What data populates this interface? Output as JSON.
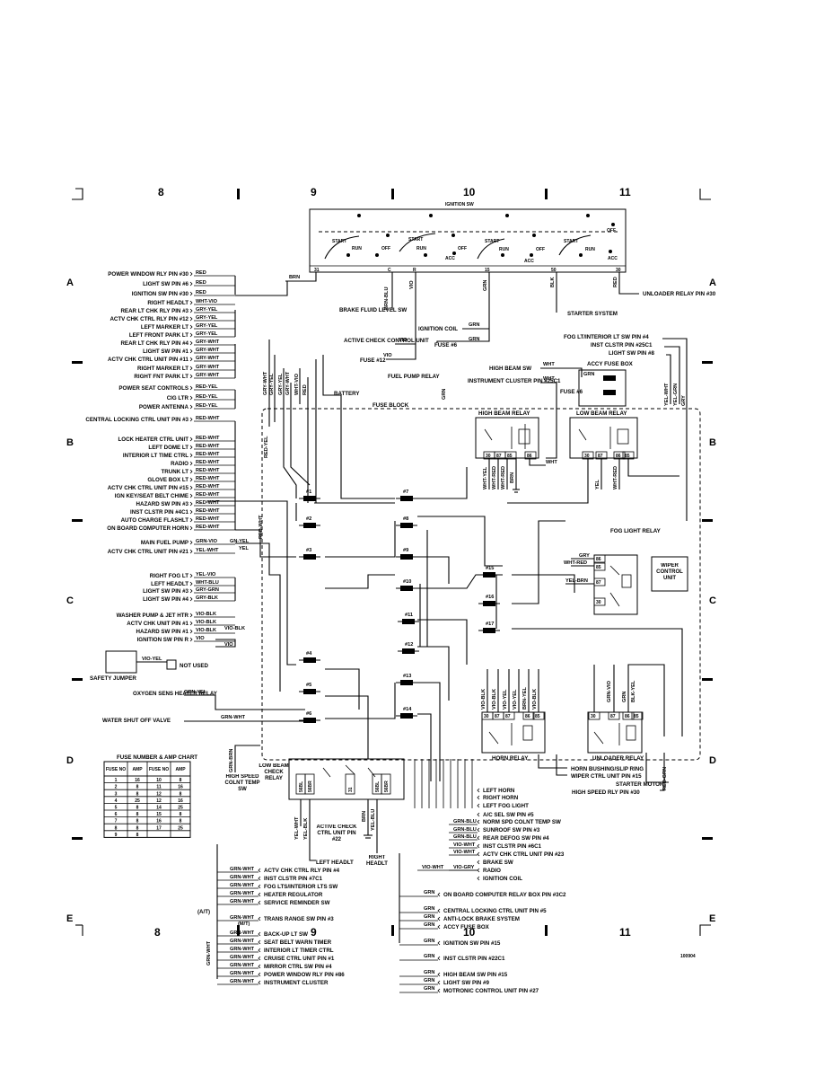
{
  "grid": {
    "columns": [
      "8",
      "9",
      "10",
      "11"
    ],
    "rows": [
      "A",
      "B",
      "C",
      "D",
      "E"
    ]
  },
  "ignition_switch": {
    "title": "IGNITION SW",
    "positions": [
      "START",
      "RUN",
      "ACC",
      "OFF"
    ],
    "terminals": [
      "31",
      "C",
      "R",
      "15",
      "50",
      "30"
    ],
    "wire_colors": [
      "BRN",
      "BRN-BLU",
      "VIO",
      "GRN",
      "BLK",
      "RED"
    ]
  },
  "top_connections": {
    "brake_fluid": "BRAKE FLUID LEVEL SW",
    "ignition_coil": "IGNITION COIL",
    "active_check": "ACTIVE CHECK CONTROL UNIT",
    "fuse6": "FUSE #6",
    "fuse12": "FUSE #12",
    "starter": "STARTER SYSTEM",
    "unloader": "UNLOADER RELAY PIN #30",
    "fuel_pump_relay": "FUEL PUMP RELAY",
    "battery": "BATTERY",
    "high_beam_sw": "HIGH BEAM SW",
    "inst_cluster": "INSTRUMENT CLUSTER PIN #25C1",
    "fog_lt": "FOG LT/INTERIOR LT SW PIN #4",
    "inst_clstr": "INST CLSTR PIN #25C1",
    "light_sw": "LIGHT SW PIN #8",
    "accy_fuse_box": "ACCY FUSE BOX",
    "fuse6b": "FUSE #6",
    "vio": "VIO",
    "grn": "GRN",
    "wht": "WHT",
    "grn_lbl": "GRN",
    "yel_wht": "YEL-WHT",
    "yel_grn": "YEL-GRN",
    "gry": "GRY"
  },
  "left_labels": [
    {
      "label": "POWER WINDOW RLY PIN #30",
      "wire": "RED"
    },
    {
      "label": "LIGHT SW PIN #6",
      "wire": "RED"
    },
    {
      "label": "IGNITION SW PIN #30",
      "wire": "RED"
    },
    {
      "label": "RIGHT HEADLT",
      "wire": "WHT-VIO"
    },
    {
      "label": "REAR LT CHK RLY PIN #3",
      "wire": "GRY-YEL"
    },
    {
      "label": "ACTV CHK CTRL RLY PIN #12",
      "wire": "GRY-YEL"
    },
    {
      "label": "LEFT MARKER LT",
      "wire": "GRY-YEL"
    },
    {
      "label": "LEFT FRONT PARK LT",
      "wire": "GRY-YEL"
    },
    {
      "label": "REAR LT CHK RLY PIN #4",
      "wire": "GRY-WHT"
    },
    {
      "label": "LIGHT SW PIN #1",
      "wire": "GRY-WHT"
    },
    {
      "label": "ACTV CHK CTRL UNIT PIN #11",
      "wire": "GRY-WHT"
    },
    {
      "label": "RIGHT MARKER LT",
      "wire": "GRY-WHT"
    },
    {
      "label": "RIGHT FNT PARK LT",
      "wire": "GRY-WHT"
    },
    {
      "label": "POWER SEAT CONTROLS",
      "wire": "RED-YEL"
    },
    {
      "label": "CIG LTR",
      "wire": "RED-YEL"
    },
    {
      "label": "POWER ANTENNA",
      "wire": "RED-YEL"
    },
    {
      "label": "CENTRAL LOCKING CTRL UNIT PIN #3",
      "wire": "RED-WHT"
    },
    {
      "label": "LOCK HEATER CTRL UNIT",
      "wire": "RED-WHT"
    },
    {
      "label": "LEFT DOME LT",
      "wire": "RED-WHT"
    },
    {
      "label": "INTERIOR LT TIME CTRL",
      "wire": "RED-WHT"
    },
    {
      "label": "RADIO",
      "wire": "RED-WHT"
    },
    {
      "label": "TRUNK LT",
      "wire": "RED-WHT"
    },
    {
      "label": "GLOVE BOX LT",
      "wire": "RED-WHT"
    },
    {
      "label": "ACTV CHK CTRL UNIT PIN #15",
      "wire": "RED-WHT"
    },
    {
      "label": "IGN KEY/SEAT BELT CHIME",
      "wire": "RED-WHT"
    },
    {
      "label": "HAZARD SW PIN #3",
      "wire": "RED-WHT"
    },
    {
      "label": "INST CLSTR PIN #4C1",
      "wire": "RED-WHT"
    },
    {
      "label": "AUTO CHARGE FLASHLT",
      "wire": "RED-WHT"
    },
    {
      "label": "ON BOARD COMPUTER HORN",
      "wire": "RED-WHT"
    },
    {
      "label": "MAIN FUEL PUMP",
      "wire": "GRN-VIO"
    },
    {
      "label": "ACTV CHK CTRL UNIT PIN #21",
      "wire": "YEL-WHT"
    },
    {
      "label": "RIGHT FOG LT",
      "wire": "YEL-VIO"
    },
    {
      "label": "LEFT HEADLT",
      "wire": "WHT-BLU"
    },
    {
      "label": "LIGHT SW PIN #3",
      "wire": "GRY-GRN"
    },
    {
      "label": "LIGHT SW PIN #4",
      "wire": "GRY-BLK"
    },
    {
      "label": "WASHER PUMP & JET HTR",
      "wire": "VIO-BLK"
    },
    {
      "label": "ACTV CHK UNIT PIN #1",
      "wire": "VIO-BLK"
    },
    {
      "label": "HAZARD SW PIN #1",
      "wire": "VIO-BLK"
    },
    {
      "label": "IGNITION SW PIN R",
      "wire": "VIO"
    }
  ],
  "extra_wire_labels": {
    "gn_yel": "GN-YEL",
    "yel": "YEL",
    "vio_blk": "VIO-BLK",
    "vio": "VIO"
  },
  "safety_jumper": {
    "label": "SAFETY JUMPER",
    "wire": "VIO-YEL",
    "note": "NOT USED"
  },
  "oxygen": {
    "label": "OXYGEN SENS HEATER RELAY",
    "wire": "GRN-YEL"
  },
  "water_valve": {
    "label": "WATER SHUT OFF VALVE",
    "wire": "GRN-WHT"
  },
  "fuse_block": {
    "title": "FUSE BLOCK",
    "fuses": [
      "#1",
      "#2",
      "#3",
      "#4",
      "#5",
      "#6",
      "#7",
      "#8",
      "#9",
      "#10",
      "#11",
      "#12",
      "#13",
      "#14",
      "#15",
      "#16",
      "#17"
    ],
    "vertical_wires": [
      "GRY-WHT",
      "GRY-YEL",
      "GRY-YEL",
      "GRY-WHT",
      "WHT-VIO",
      "RED",
      "RED-YEL",
      "RED-WHT",
      "GRN"
    ]
  },
  "relays": {
    "high_beam": {
      "title": "HIGH BEAM RELAY",
      "pins": [
        "30",
        "87",
        "85",
        "86"
      ],
      "wires": [
        "WHT-YEL",
        "WHT-RED",
        "BRN",
        "WHT"
      ]
    },
    "low_beam": {
      "title": "LOW BEAM RELAY",
      "pins": [
        "30",
        "87",
        "86",
        "85"
      ],
      "wires": [
        "YEL",
        "WHT-RED"
      ]
    },
    "fog": {
      "title": "FOG LIGHT RELAY",
      "pins": [
        "86",
        "85",
        "87",
        "30"
      ],
      "wires": [
        "GRY",
        "WHT-RED",
        "YEL-BRN"
      ]
    },
    "wiper": {
      "title": "WIPER CONTROL UNIT"
    },
    "horn": {
      "title": "HORN RELAY",
      "pins": [
        "30",
        "87",
        "87",
        "86",
        "85"
      ],
      "wires": [
        "VIO-BLK",
        "VIO-BLK",
        "VIO-YEL",
        "VIO-YEL",
        "BRN-YEL",
        "VIO-BLK"
      ]
    },
    "unloader": {
      "title": "UNLOADER RELAY",
      "pins": [
        "30",
        "87",
        "86",
        "85"
      ],
      "wires": [
        "GRN-VIO",
        "GRN",
        "BLK-YEL"
      ]
    },
    "low_beam_check": {
      "title": "LOW BEAM CHECK RELAY",
      "pins": [
        "56BL",
        "56BR",
        "31",
        "56BL",
        "56BR"
      ]
    }
  },
  "fuse_chart": {
    "title": "FUSE NUMBER & AMP CHART",
    "headers": [
      "FUSE NO",
      "AMP",
      "FUSE NO",
      "AMP"
    ],
    "rows": [
      [
        "1",
        "16",
        "10",
        "8"
      ],
      [
        "2",
        "8",
        "11",
        "16"
      ],
      [
        "3",
        "8",
        "12",
        "8"
      ],
      [
        "4",
        "25",
        "12",
        "16"
      ],
      [
        "5",
        "8",
        "14",
        "25"
      ],
      [
        "6",
        "8",
        "15",
        "8"
      ],
      [
        "7",
        "8",
        "16",
        "8"
      ],
      [
        "8",
        "8",
        "17",
        "25"
      ],
      [
        "9",
        "8",
        "",
        ""
      ]
    ]
  },
  "right_labels": {
    "horn_bushing": "HORN BUSHING/SLIP RING",
    "wiper_ctrl": "WIPER CTRL UNIT PIN #15",
    "starter_motor": "STARTER MOTOR",
    "high_speed": "HIGH SPEED RLY PIN #30",
    "red_grn": "RED-GRN"
  },
  "bottom_labels": [
    "LEFT HORN",
    "RIGHT HORN",
    "LEFT FOG LIGHT",
    "A/C SEL SW PIN #5",
    "NORM SPD COLNT TEMP SW",
    "SUNROOF SW PIN #3",
    "REAR DEFOG SW PIN #4",
    "INST CLSTR PIN #6C1",
    "ACTV CHK CTRL UNIT PIN #23",
    "BRAKE SW",
    "RADIO",
    "IGNITION COIL"
  ],
  "bottom_wires": [
    "GRN-BLU",
    "GRN-BLU",
    "GRN-BLU",
    "VIO-WHT",
    "VIO-WHT",
    "VIO-WHT",
    "VIO-GRY"
  ],
  "bottom_center": {
    "high_speed": "HIGH SPEED COLNT TEMP SW",
    "active_check": "ACTIVE CHECK CTRL UNIT PIN #22",
    "left_headlt": "LEFT HEADLT",
    "right_headlt": "RIGHT HEADLT",
    "grn_brn": "GRN-BRN",
    "yel_wht": "YEL-WHT",
    "yel_blk": "YEL-BLK",
    "brn": "BRN",
    "yel_blu": "YEL-BLU"
  },
  "lower_left": [
    "ACTV CHK CTRL RLY PIN #4",
    "INST CLSTR PIN #7C1",
    "FOG LTS/INTERIOR LTS SW",
    "HEATER REGULATOR",
    "SERVICE REMINDER SW",
    "TRANS RANGE SW PIN #3",
    "BACK-UP LT SW",
    "SEAT BELT WARN TIMER",
    "INTERIOR LT TIMER CTRL",
    "CRUISE CTRL UNIT PIN #1",
    "MIRROR CTRL SW PIN #4",
    "POWER WINDOW RLY PIN #86",
    "INSTRUMENT CLUSTER"
  ],
  "lower_left_wire": "GRN-WHT",
  "lower_left_at": "(A/T)",
  "lower_left_mt": "(M/T)",
  "lower_right": [
    "ON BOARD COMPUTER RELAY BOX PIN #3C2",
    "CENTRAL LOCKING CTRL UNIT PIN #5",
    "ANTI-LOCK BRAKE SYSTEM",
    "ACCY FUSE BOX",
    "IGNITION SW PIN #15",
    "INST CLSTR PIN #22C1",
    "HIGH BEAM SW PIN #15",
    "LIGHT SW PIN #9",
    "MOTRONIC CONTROL UNIT PIN #27"
  ],
  "lower_right_wire": "GRN",
  "footer_code": "100904"
}
